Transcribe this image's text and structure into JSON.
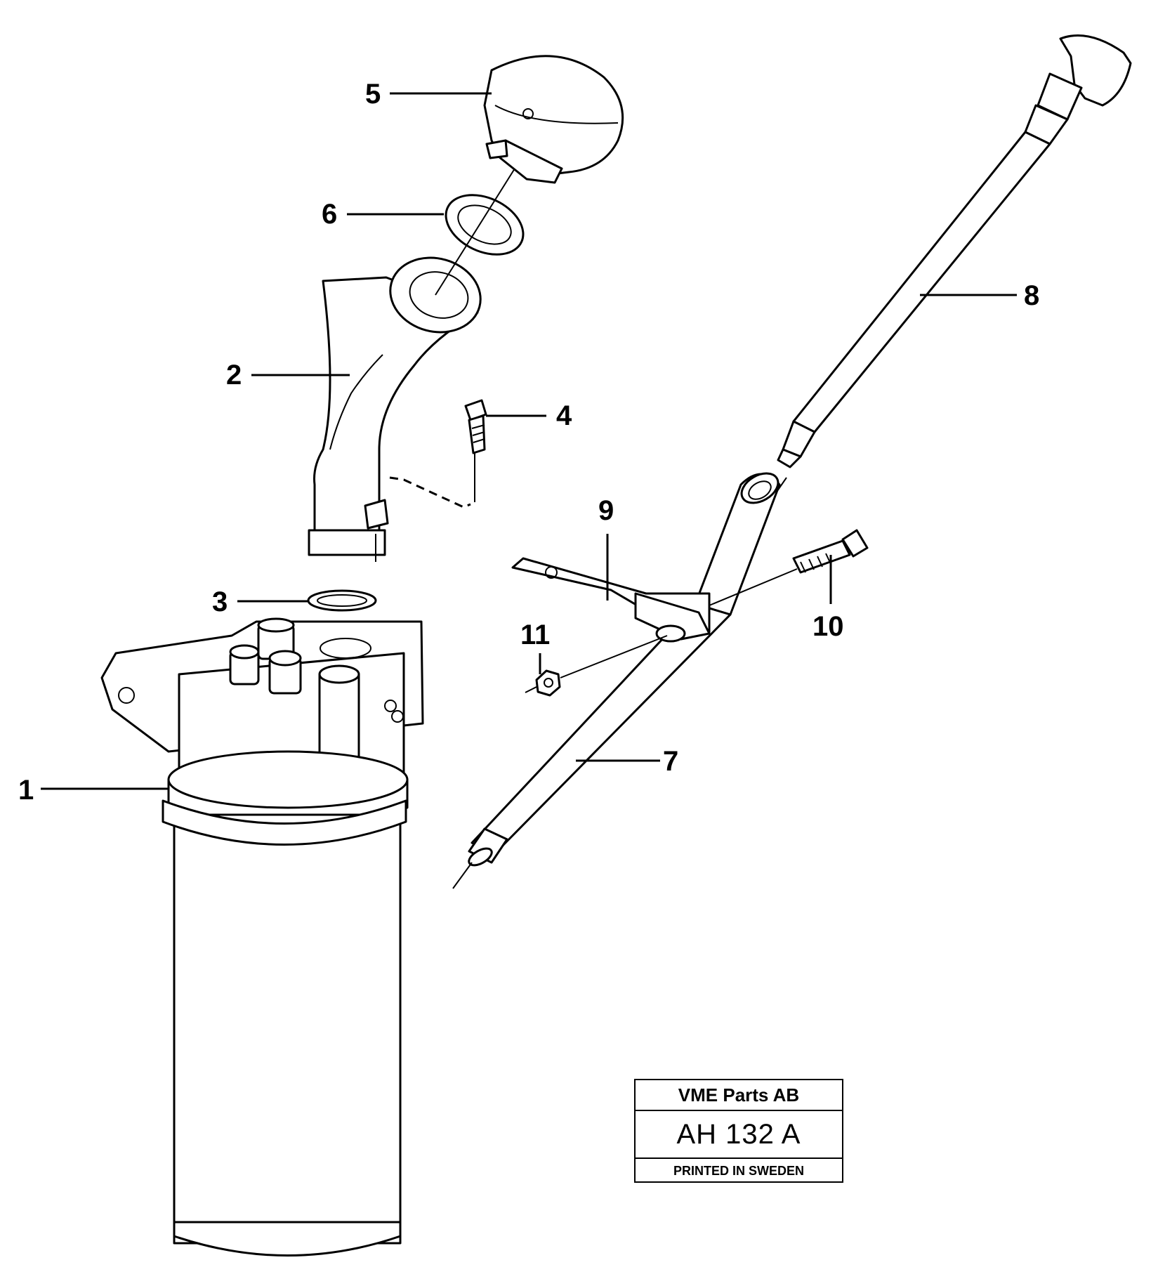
{
  "callouts": [
    "1",
    "2",
    "3",
    "4",
    "5",
    "6",
    "7",
    "8",
    "9",
    "10",
    "11"
  ],
  "stamp": {
    "company": "VME Parts AB",
    "code": "AH 132 A",
    "printed": "PRINTED IN SWEDEN"
  }
}
